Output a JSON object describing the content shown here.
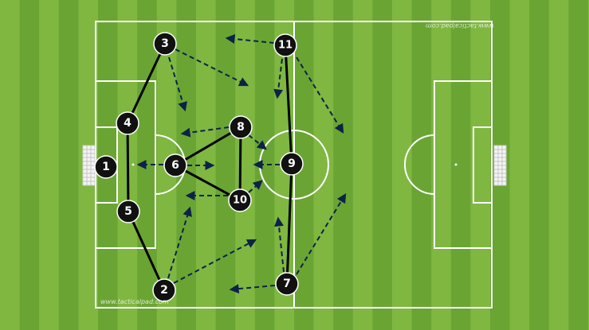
{
  "watermark_bottom": "www.tacticalpad.com",
  "watermark_top": "www.tacticalpad.com",
  "colors": {
    "stripe_light": "#7fb741",
    "stripe_dark": "#6aa534",
    "line": "#ffffff",
    "player_fill": "#111111",
    "player_stroke": "#ffffff",
    "link": "#000000",
    "arrow": "#0d2247"
  },
  "players": [
    {
      "number": "1"
    },
    {
      "number": "2"
    },
    {
      "number": "3"
    },
    {
      "number": "4"
    },
    {
      "number": "5"
    },
    {
      "number": "6"
    },
    {
      "number": "7"
    },
    {
      "number": "8"
    },
    {
      "number": "9"
    },
    {
      "number": "10"
    },
    {
      "number": "11"
    }
  ]
}
